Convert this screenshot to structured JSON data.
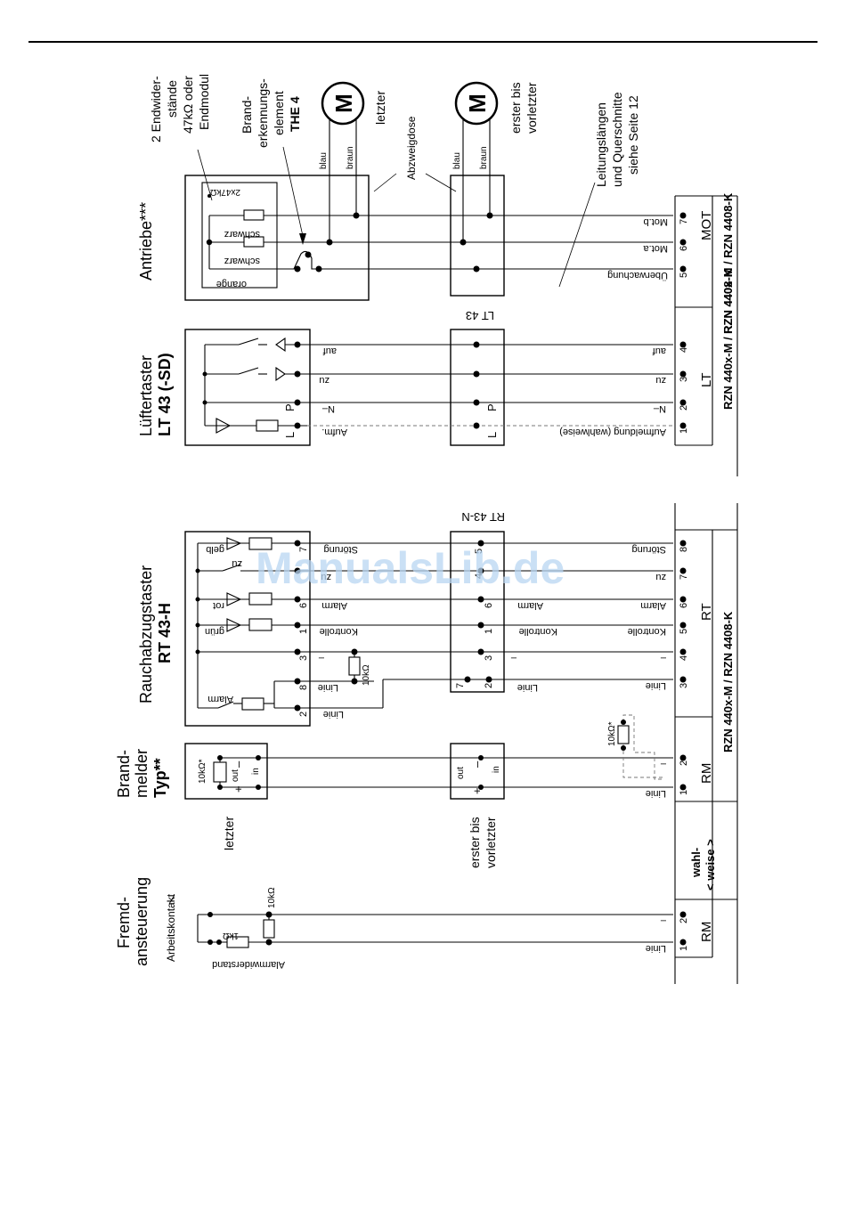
{
  "sections": {
    "fremd": {
      "title_l1": "Fremd-",
      "title_l2": "ansteuerung",
      "arbeitskontakt": "Arbeitskontakt",
      "alarmwiderstand": "Alarmwiderstand",
      "r_1k": "1kΩ",
      "r_10k": "10kΩ",
      "term_linie": "Linie",
      "term_minus": "–",
      "num_1": "1",
      "num_2": "2",
      "block_label": "RM"
    },
    "wahlweise": {
      "l1": "wahl-",
      "l2": "< weise >"
    },
    "brandmelder": {
      "title_l1": "Brand-",
      "title_l2": "melder",
      "title_l3": "Typ**",
      "letzter": "letzter",
      "erster_l1": "erster bis",
      "erster_l2": "vorletzter",
      "r_10k": "10kΩ*",
      "r_10k_opt": "10kΩ*",
      "out": "out",
      "in": "in",
      "plus": "+",
      "minus": "–",
      "term_linie": "Linie",
      "term_minus": "–",
      "num_1": "1",
      "num_2": "2",
      "block_label": "RM"
    },
    "rt": {
      "title_l1": "Rauchabzugstaster",
      "title_l2": "RT 43-H",
      "rt43n": "RT 43-N",
      "gelb": "gelb",
      "rot": "rot",
      "gruen": "grün",
      "zu": "zu",
      "alarm": "Alarm",
      "stoerung": "Störung",
      "kontrolle": "Kontrolle",
      "linie": "Linie",
      "minus": "–",
      "r_10k": "10kΩ",
      "pins_h": [
        "7",
        "6",
        "1",
        "3",
        "8",
        "2"
      ],
      "pins_n": [
        "5",
        "4",
        "6",
        "1",
        "3",
        "7",
        "2"
      ],
      "terms": [
        "Störung",
        "zu",
        "Alarm",
        "Kontrolle",
        "–",
        "Linie"
      ],
      "term_nums": [
        "8",
        "7",
        "6",
        "5",
        "4",
        "3"
      ],
      "block_label": "RT",
      "block_model": "RZN 440x-M / RZN 4408-K"
    },
    "lt": {
      "title_l1": "Lüftertaster",
      "title_l2": "LT 43 (-SD)",
      "lt43": "LT 43",
      "auf": "auf",
      "zu": "zu",
      "n": "N–",
      "aufm": "Aufm.",
      "L": "L",
      "P": "P",
      "terms": [
        "auf",
        "zu",
        "N–",
        "Aufmeldung (wahlweise)"
      ],
      "term_nums": [
        "4",
        "3",
        "2",
        "1"
      ],
      "block_label": "LT",
      "block_model": "RZN 440x-M / RZN 4408-K"
    },
    "antriebe": {
      "title": "Antriebe***",
      "endwid_l1": "2 Endwider-",
      "endwid_l2": "stände",
      "endwid_l3": "47kΩ oder",
      "endwid_l4": "Endmodul",
      "brand_l1": "Brand-",
      "brand_l2": "erkennungs-",
      "brand_l3": "element",
      "brand_l4": "THE 4",
      "letzter": "letzter",
      "erster_l1": "erster bis",
      "erster_l2": "vorletzter",
      "abzweig": "Abzweigdose",
      "leit_l1": "Leitungslängen",
      "leit_l2": "und Querschnitte",
      "leit_l3": "siehe Seite 12",
      "blau": "blau",
      "braun": "braun",
      "motor": "M",
      "r_2x47": "2x47kΩ",
      "schwarz": "schwarz",
      "orange": "orange",
      "terms": [
        "Mot.b",
        "Mot.a",
        "Überwachung"
      ],
      "term_nums": [
        "7",
        "6",
        "5"
      ],
      "block_label": "MOT",
      "block_model": "RZN 440x-M / RZN 4408-K"
    }
  },
  "watermark": "ManualsLib.de"
}
